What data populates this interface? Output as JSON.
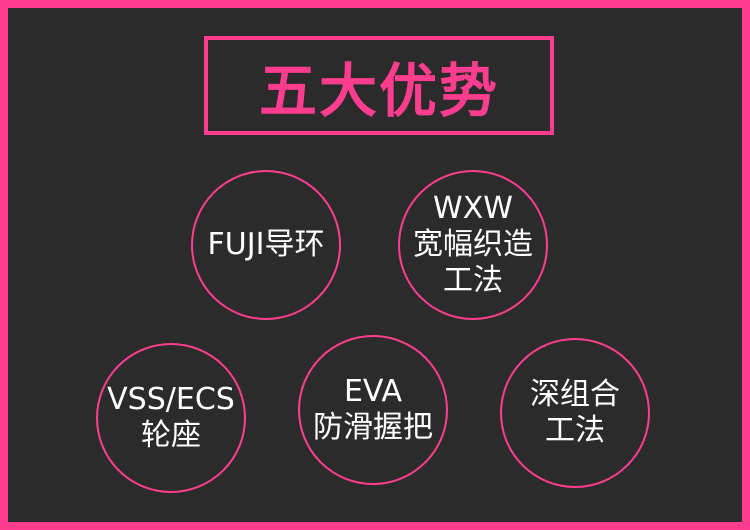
{
  "title": "五大优势",
  "circles": [
    {
      "lines": [
        "FUJI导环"
      ]
    },
    {
      "lines": [
        "WXW",
        "宽幅织造",
        "工法"
      ]
    },
    {
      "lines": [
        "VSS/ECS",
        "轮座"
      ]
    },
    {
      "lines": [
        "EVA",
        "防滑握把"
      ]
    },
    {
      "lines": [
        "深组合",
        "工法"
      ]
    }
  ],
  "colors": {
    "accent": "#ff3d8e",
    "background": "#2b2b2b",
    "text": "#ffffff"
  }
}
